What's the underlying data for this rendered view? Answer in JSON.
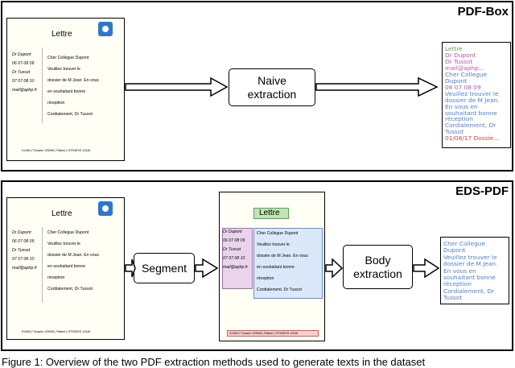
{
  "panels": {
    "top_title": "PDF-Box",
    "bottom_title": "EDS-PDF"
  },
  "source_doc": {
    "title": "Lettre",
    "left_lines": [
      "Dr Dupont",
      "06 07 08 09",
      "Dr Tussot",
      "07 07 08 10",
      "mail@aphp.fr"
    ],
    "right_lines": [
      "Cher Collegue Dupont",
      "Veuillez trouver le",
      "dossier de M Jean. En vous",
      "en souhaitant bonne",
      "réception",
      "Cordialement, Dr Tussot"
    ],
    "right_lines_top": [
      "Cher Collegue Dupont",
      "Veuillez trouver le",
      "dossier de M Jean. En vous",
      "en souhaitant bonne",
      "réception",
      "Cordialement, Dr Tussot"
    ],
    "footer": "01/08/17 Dossier 129098 | Patient | N°FINESS 12345"
  },
  "steps": {
    "naive_line1": "Naive",
    "naive_line2": "extraction",
    "segment": "Segment",
    "body_line1": "Body",
    "body_line2": "extraction"
  },
  "output_naive": [
    {
      "text": "Lettre",
      "color": "#5aa648"
    },
    {
      "text": "Dr Dupont",
      "color": "#b05aa6"
    },
    {
      "text": "Dr Tussot",
      "color": "#b05aa6"
    },
    {
      "text": "mail@aphp...",
      "color": "#b05aa6"
    },
    {
      "text": "Cher Collegue",
      "color": "#4f7fc8"
    },
    {
      "text": "Dupont",
      "color": "#4f7fc8"
    },
    {
      "text": "06 07 08 09",
      "color": "#b05aa6"
    },
    {
      "text": "Veuillez trouver le",
      "color": "#4f7fc8"
    },
    {
      "text": "dossier de M Jean.",
      "color": "#4f7fc8"
    },
    {
      "text": "En vous en",
      "color": "#4f7fc8"
    },
    {
      "text": "souhaitant bonne",
      "color": "#4f7fc8"
    },
    {
      "text": "réception",
      "color": "#4f7fc8"
    },
    {
      "text": "Cordialement, Dr",
      "color": "#4f7fc8"
    },
    {
      "text": "Tussot",
      "color": "#4f7fc8"
    },
    {
      "text": "01/08/17 Dossie...",
      "color": "#d0463f"
    }
  ],
  "output_body": [
    {
      "text": "Cher Collegue",
      "color": "#4f7fc8"
    },
    {
      "text": "Dupont",
      "color": "#4f7fc8"
    },
    {
      "text": "Veuillez trouver le",
      "color": "#4f7fc8"
    },
    {
      "text": "dossier de M Jean.",
      "color": "#4f7fc8"
    },
    {
      "text": "En vous en",
      "color": "#4f7fc8"
    },
    {
      "text": "souhaitant bonne",
      "color": "#4f7fc8"
    },
    {
      "text": "réception",
      "color": "#4f7fc8"
    },
    {
      "text": "Cordialement, Dr",
      "color": "#4f7fc8"
    },
    {
      "text": "Tussot",
      "color": "#4f7fc8"
    }
  ],
  "caption": "Figure 1: Overview of the two PDF extraction methods used to generate texts in the dataset"
}
